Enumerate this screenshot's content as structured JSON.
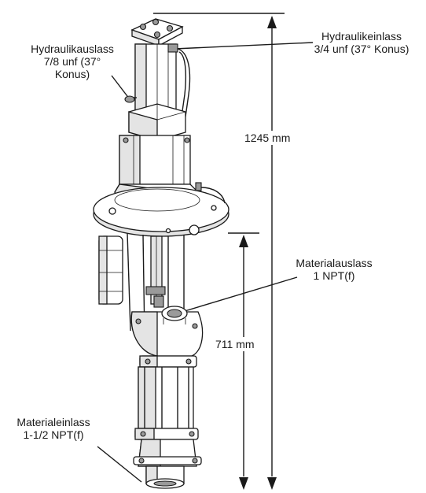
{
  "labels": {
    "hydraulic_outlet": {
      "line1": "Hydraulikauslass",
      "line2": "7/8 unf (37°",
      "line3": "Konus)"
    },
    "hydraulic_inlet": {
      "line1": "Hydraulikeinlass",
      "line2": "3/4 unf (37° Konus)"
    },
    "material_outlet": {
      "line1": "Materialauslass",
      "line2": "1 NPT(f)"
    },
    "material_inlet": {
      "line1": "Materialeinlass",
      "line2": "1-1/2 NPT(f)"
    }
  },
  "dimensions": {
    "overall_height": "1245 mm",
    "lower_height": "711 mm"
  }
}
